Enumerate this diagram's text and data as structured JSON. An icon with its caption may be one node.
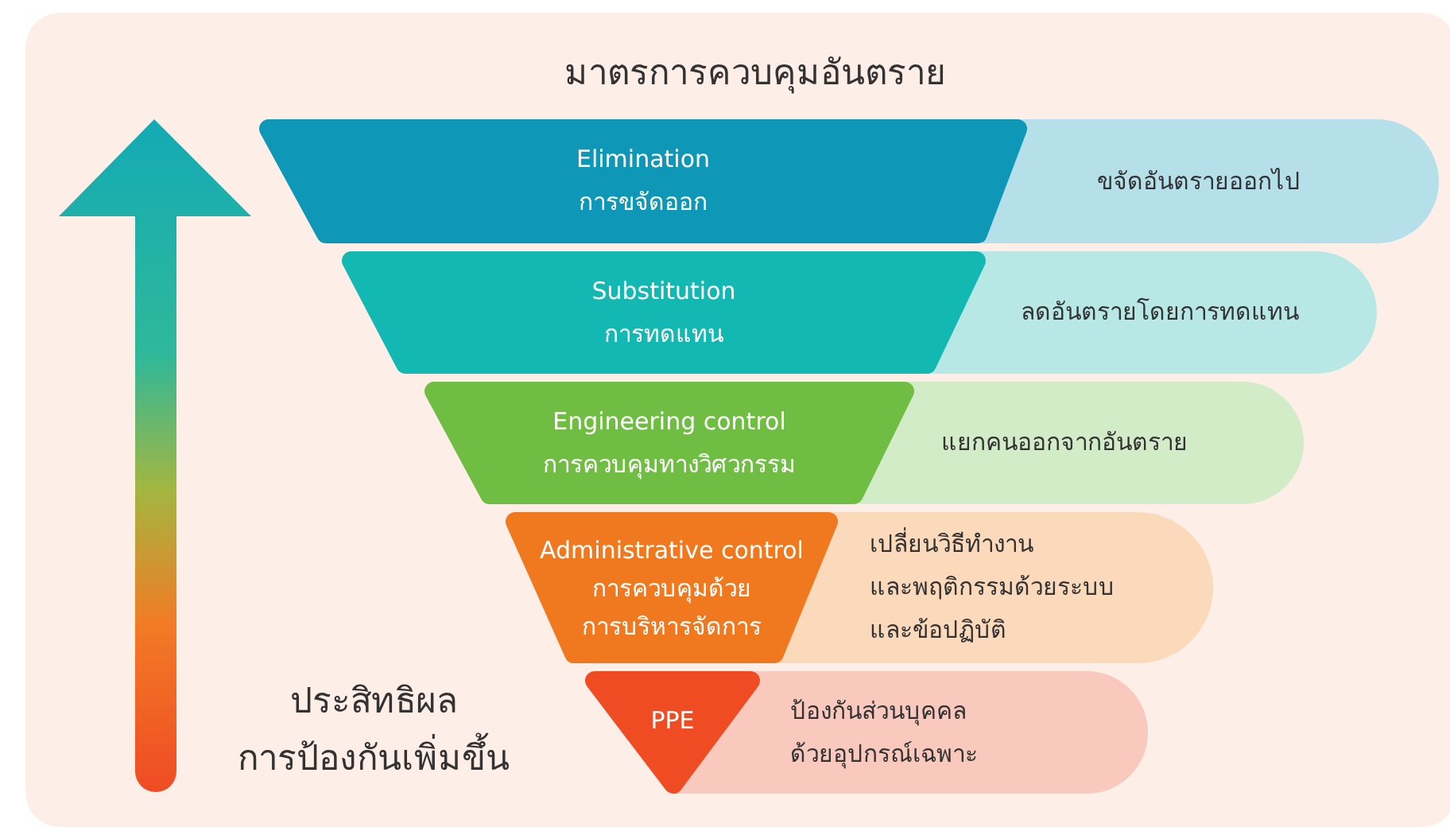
{
  "diagram": {
    "title": "มาตรการควบคุมอันตราย",
    "nodes": [
      {
        "text": [
          "ขจัดอันตรายออกไป"
        ]
      },
      {
        "text": [
          "Elimination",
          "การขจัดออก"
        ]
      },
      {
        "text": [
          "ลดอันตรายโดยการทดแทน"
        ]
      },
      {
        "text": [
          "Substitution",
          "การทดแทน"
        ]
      },
      {
        "text": [
          "แยกคนออกจากอันตราย"
        ]
      },
      {
        "text": [
          "Engineering control",
          "การควบคุมทางวิศวกรรม"
        ]
      },
      {
        "text": [
          "เปลี่ยนวิธีทำงาน และพฤติกรรมด้วยระบบ และข้อปฏิบัติ"
        ]
      },
      {
        "text": [
          "Administrative control",
          "การควบคุมด้วย การบริหารจัดการ"
        ]
      },
      {
        "text": [
          "ป้องกันส่วนบุคคล ด้วยอุปกรณ์เฉพาะ"
        ]
      },
      {
        "text": [
          "PPE"
        ]
      }
    ],
    "labels": [
      "ประสิทธิผล การป้องกันเพิ่มขึ้น"
    ]
  }
}
